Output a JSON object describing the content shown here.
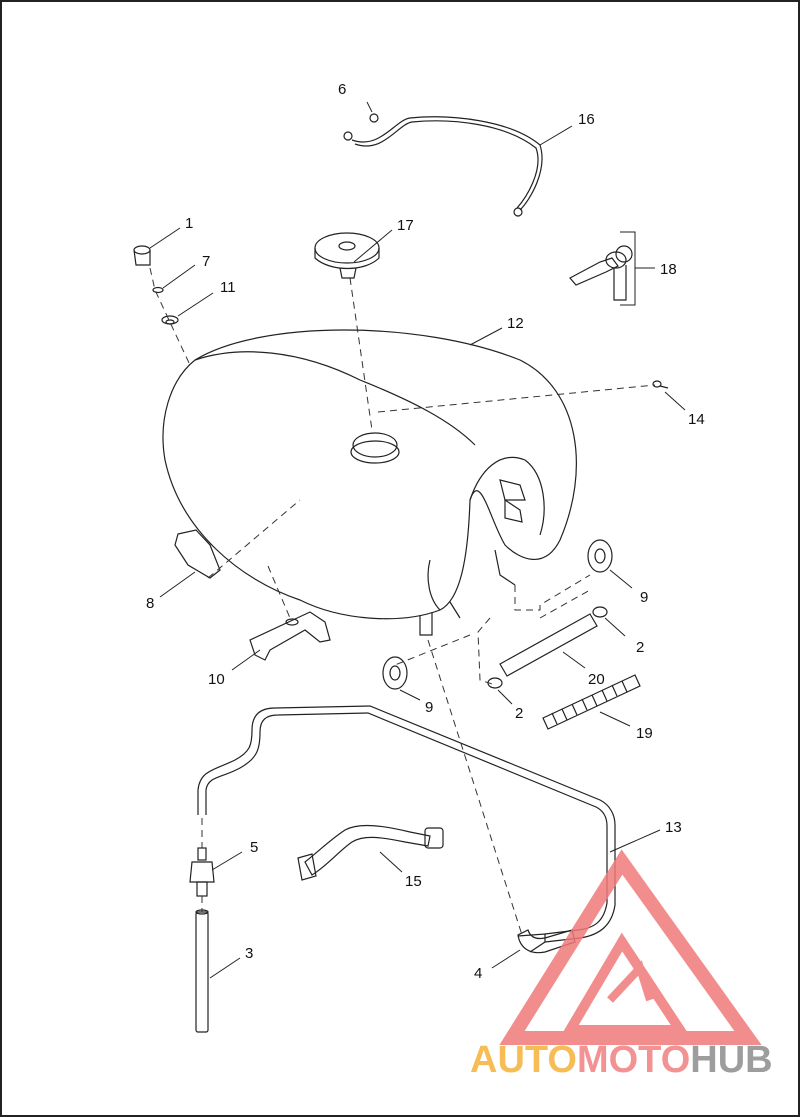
{
  "callouts": [
    {
      "id": "c1",
      "label": "1"
    },
    {
      "id": "c2a",
      "label": "2"
    },
    {
      "id": "c2b",
      "label": "2"
    },
    {
      "id": "c3",
      "label": "3"
    },
    {
      "id": "c4",
      "label": "4"
    },
    {
      "id": "c5",
      "label": "5"
    },
    {
      "id": "c6",
      "label": "6"
    },
    {
      "id": "c7",
      "label": "7"
    },
    {
      "id": "c8",
      "label": "8"
    },
    {
      "id": "c9a",
      "label": "9"
    },
    {
      "id": "c9b",
      "label": "9"
    },
    {
      "id": "c10",
      "label": "10"
    },
    {
      "id": "c11",
      "label": "11"
    },
    {
      "id": "c12",
      "label": "12"
    },
    {
      "id": "c13",
      "label": "13"
    },
    {
      "id": "c14",
      "label": "14"
    },
    {
      "id": "c15",
      "label": "15"
    },
    {
      "id": "c16",
      "label": "16"
    },
    {
      "id": "c17",
      "label": "17"
    },
    {
      "id": "c18",
      "label": "18"
    },
    {
      "id": "c19",
      "label": "19"
    },
    {
      "id": "c20",
      "label": "20"
    }
  ],
  "watermark": {
    "part1": "AUTO",
    "part2": "MOTO",
    "part3": "HUB",
    "colors": {
      "auto": "#f5b23a",
      "moto": "#f08080",
      "hub": "#8c8c8c",
      "logo": "#f07a7a"
    }
  }
}
